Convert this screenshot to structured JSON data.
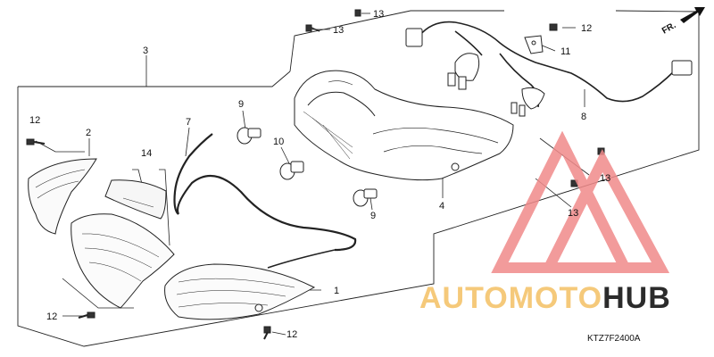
{
  "diagram": {
    "callouts": {
      "c1": "1",
      "c2": "2",
      "c3": "3",
      "c4": "4",
      "c7": "7",
      "c8": "8",
      "c9a": "9",
      "c9b": "9",
      "c10": "10",
      "c11": "11",
      "c12a": "12",
      "c12b": "12",
      "c12c": "12",
      "c12d": "12",
      "c13a": "13",
      "c13b": "13",
      "c13c": "13",
      "c13d": "13",
      "c14": "14"
    },
    "direction_marker": "FR.",
    "diagram_code": "KTZ7F2400A"
  },
  "watermark": {
    "part1": "AUTO",
    "part2": "MOTO",
    "part3": "HUB",
    "colors": {
      "accent": "#f08080",
      "gold": "#f5c97a",
      "dark": "#2b2b2b"
    }
  }
}
